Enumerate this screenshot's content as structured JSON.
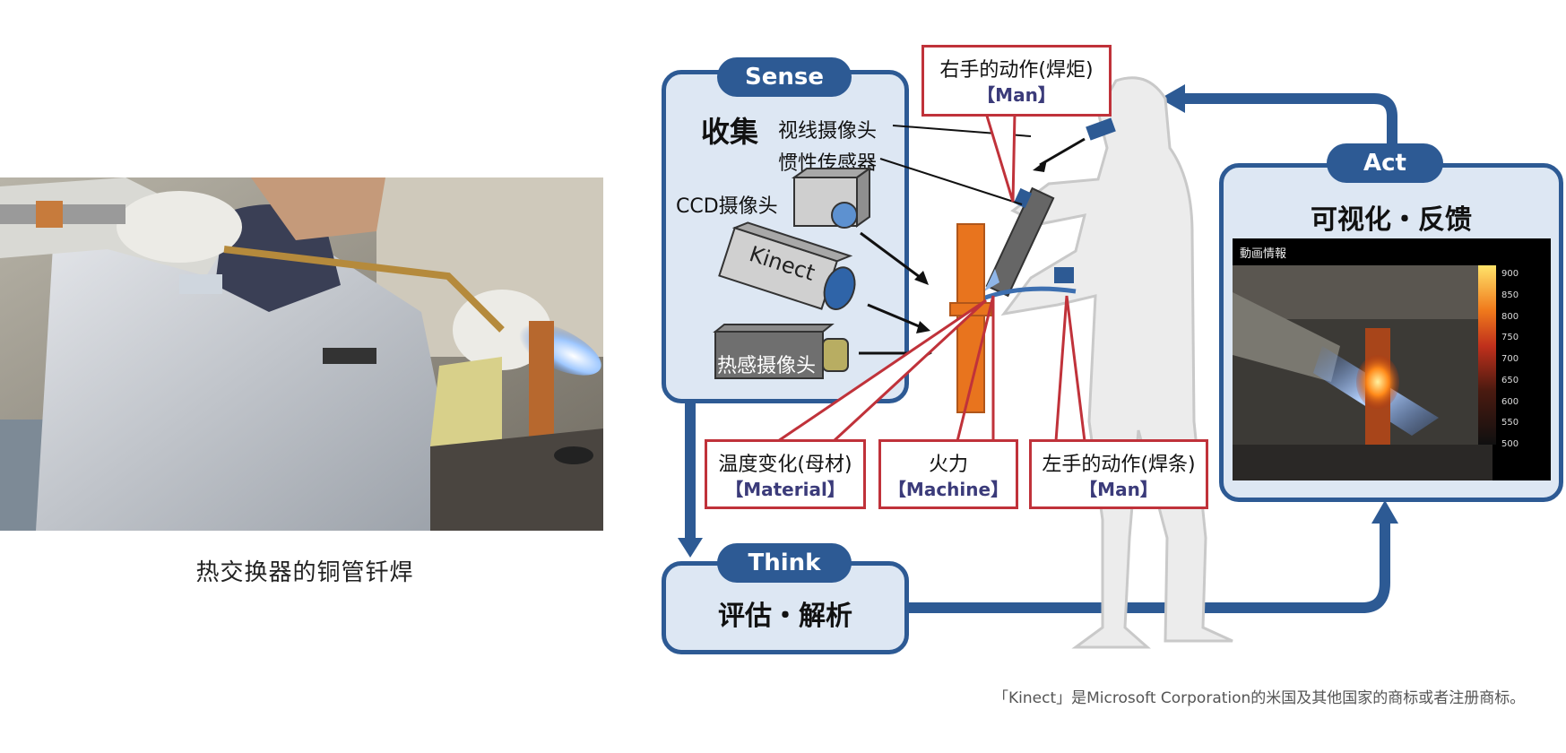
{
  "photo": {
    "caption": "热交换器的铜管钎焊"
  },
  "diagram": {
    "sense": {
      "tag": "Sense",
      "title": "收集",
      "sensors": {
        "gaze_camera": "视线摄像头",
        "inertial_sensor": "惯性传感器",
        "ccd_camera": "CCD摄像头",
        "kinect": "Kinect",
        "thermal_camera": "热感摄像头"
      }
    },
    "think": {
      "tag": "Think",
      "title": "评估・解析"
    },
    "act": {
      "tag": "Act",
      "title": "可视化・反馈",
      "screen_title": "動画情報",
      "scale_ticks": [
        "900",
        "850",
        "800",
        "750",
        "700",
        "650",
        "600",
        "550",
        "500"
      ]
    },
    "callouts": {
      "right_hand": {
        "label": "右手的动作(焊炬)",
        "tag": "【Man】"
      },
      "temperature": {
        "label": "温度变化(母材)",
        "tag": "【Material】"
      },
      "flame": {
        "label": "火力",
        "tag": "【Machine】"
      },
      "left_hand": {
        "label": "左手的动作(焊条)",
        "tag": "【Man】"
      }
    }
  },
  "footnote": "「Kinect」是Microsoft Corporation的米国及其他国家的商标或者注册商标。",
  "colors": {
    "panel_border": "#2d5a94",
    "panel_fill": "#dde7f3",
    "callout_border": "#c0323a",
    "pipe_orange": "#e8741e"
  }
}
